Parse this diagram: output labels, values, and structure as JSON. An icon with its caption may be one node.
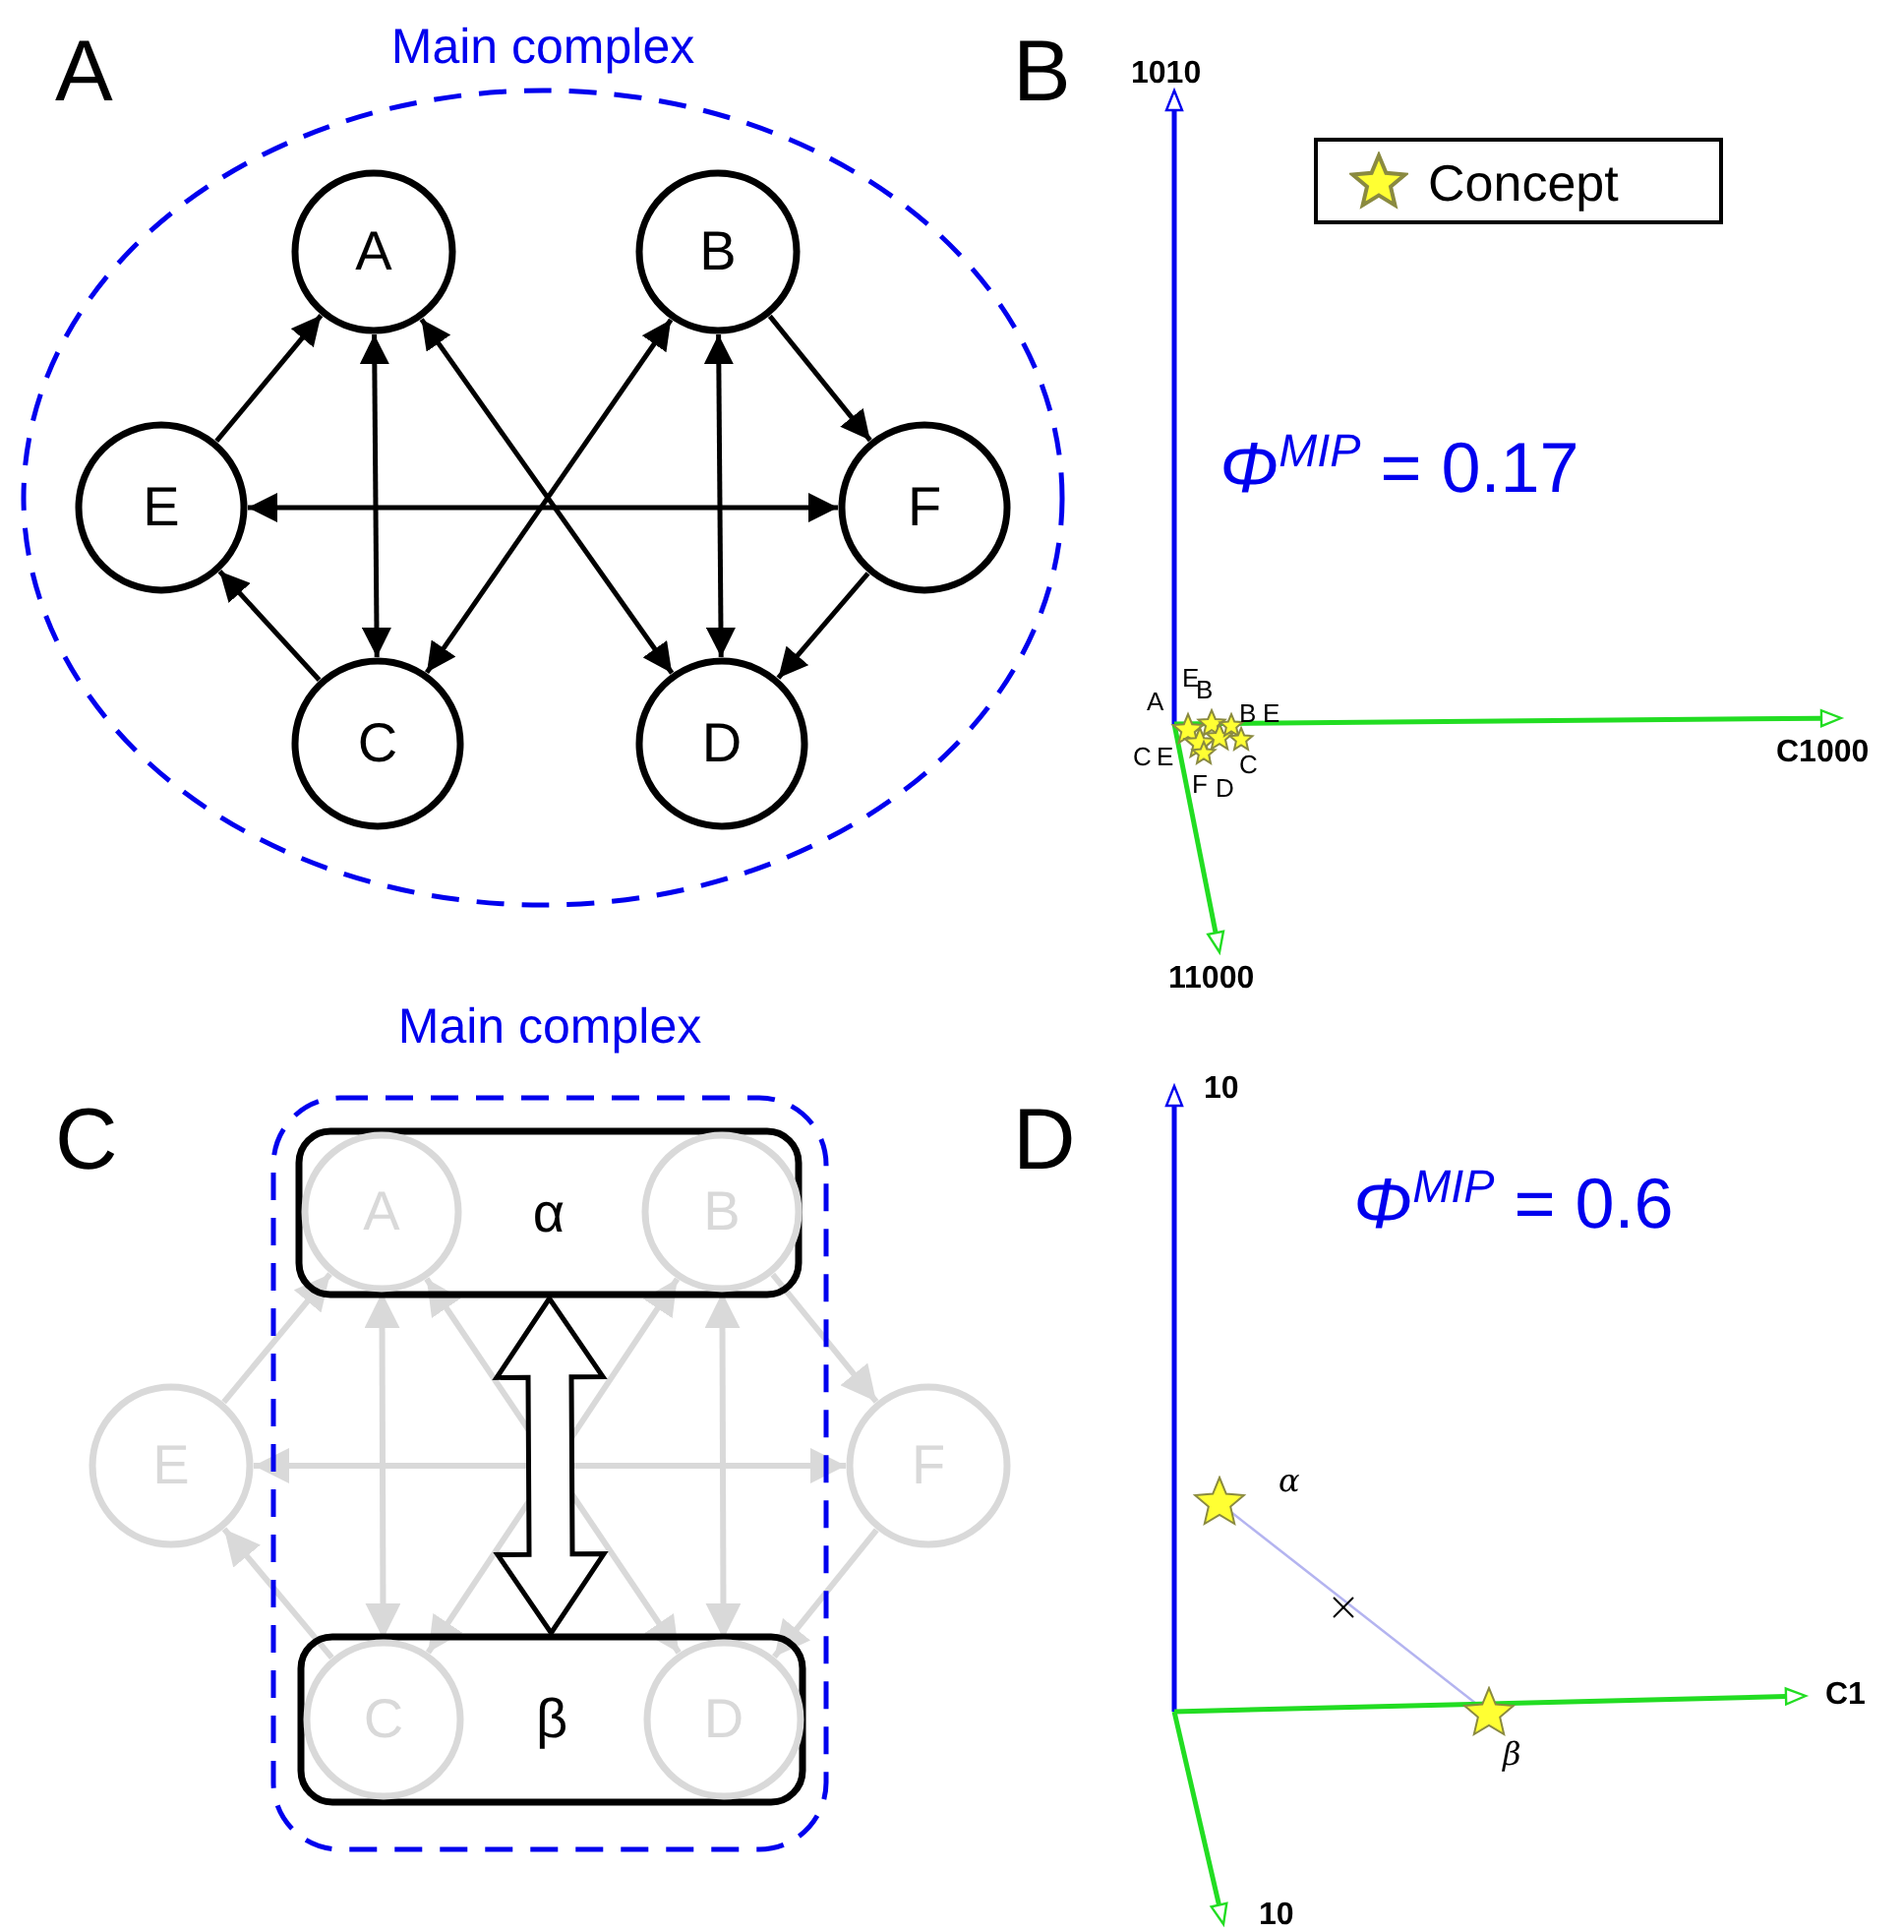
{
  "diagram": {
    "nodes": [
      {
        "text": [
          "Main complex"
        ]
      },
      {
        "text": [
          "A"
        ],
        "in": 0
      },
      {
        "text": [
          "B"
        ],
        "in": 0
      },
      {
        "text": [
          "E"
        ],
        "in": 0
      },
      {
        "text": [
          "F"
        ],
        "in": 0
      },
      {
        "text": [
          "C"
        ],
        "in": 0
      },
      {
        "text": [
          "D"
        ],
        "in": 0
      },
      {
        "text": [
          "Main complex"
        ]
      },
      {
        "text": [
          "α"
        ],
        "in": 7
      },
      {
        "text": [
          "A"
        ],
        "in": 8
      },
      {
        "text": [
          "B"
        ],
        "in": 8
      },
      {
        "text": [
          "E"
        ]
      },
      {
        "text": [
          "F"
        ]
      },
      {
        "text": [
          "β"
        ],
        "in": 7
      },
      {
        "text": [
          "C"
        ],
        "in": 13
      },
      {
        "text": [
          "D"
        ],
        "in": 13
      },
      {
        "text": [],
        "shape": "star",
        "beside": [
          "α"
        ]
      },
      {
        "text": [],
        "shape": "star",
        "beside": [
          "β"
        ]
      }
    ],
    "edges": [
      {
        "from": 3,
        "to": 1,
        "arrow": "to"
      },
      {
        "from": 1,
        "to": 5,
        "arrow": "both"
      },
      {
        "from": 1,
        "to": 6,
        "arrow": "both"
      },
      {
        "from": 2,
        "to": 5,
        "arrow": "both"
      },
      {
        "from": 2,
        "to": 6,
        "arrow": "both"
      },
      {
        "from": 2,
        "to": 4,
        "arrow": "to"
      },
      {
        "from": 3,
        "to": 4,
        "arrow": "both"
      },
      {
        "from": 5,
        "to": 3,
        "arrow": "to"
      },
      {
        "from": 4,
        "to": 6,
        "arrow": "to"
      },
      {
        "from": 11,
        "to": 9,
        "arrow": "to",
        "color": "#d9d9d9"
      },
      {
        "from": 9,
        "to": 14,
        "arrow": "both",
        "color": "#d9d9d9"
      },
      {
        "from": 9,
        "to": 15,
        "arrow": "both",
        "color": "#d9d9d9"
      },
      {
        "from": 10,
        "to": 14,
        "arrow": "both",
        "color": "#d9d9d9"
      },
      {
        "from": 10,
        "to": 15,
        "arrow": "both",
        "color": "#d9d9d9"
      },
      {
        "from": 10,
        "to": 12,
        "arrow": "to",
        "color": "#d9d9d9"
      },
      {
        "from": 11,
        "to": 12,
        "arrow": "both",
        "color": "#d9d9d9"
      },
      {
        "from": 14,
        "to": 11,
        "arrow": "to",
        "color": "#d9d9d9"
      },
      {
        "from": 12,
        "to": 15,
        "arrow": "to",
        "color": "#d9d9d9"
      },
      {
        "from": 8,
        "to": 13,
        "arrow": "both",
        "style": "thick"
      },
      {
        "from": 16,
        "to": 17,
        "arrow": "none",
        "color": "#b4b4f0"
      }
    ],
    "labels": [
      "A",
      "B",
      "1010",
      "*Φ*$^{MIP}$ = 0.17",
      "A",
      "E",
      "B",
      "B",
      "E",
      "C",
      "E",
      "C",
      "F",
      "D",
      "C1000",
      "11000",
      "C",
      "D",
      "10",
      "*Φ*$^{MIP}$ = 0.6",
      "C1",
      "10"
    ],
    "legend": [
      {
        "text": "Concept"
      }
    ]
  }
}
